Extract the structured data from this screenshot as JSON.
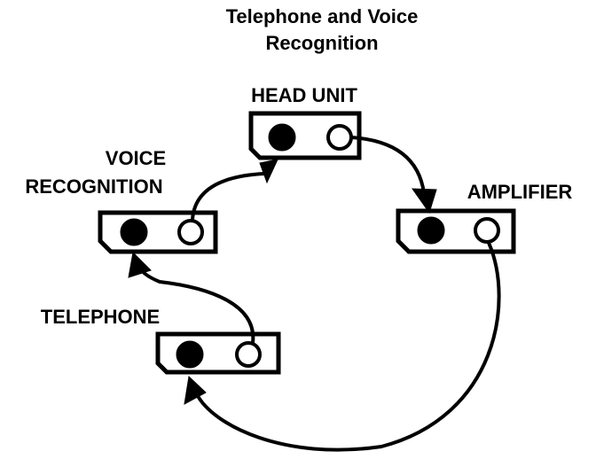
{
  "title": {
    "line1": "Telephone and Voice",
    "line2": "Recognition"
  },
  "nodes": {
    "head_unit": {
      "label": "HEAD UNIT"
    },
    "voice_recognition": {
      "label_line1": "VOICE",
      "label_line2": "RECOGNITION"
    },
    "amplifier": {
      "label": "AMPLIFIER"
    },
    "telephone": {
      "label": "TELEPHONE"
    }
  },
  "connections": [
    {
      "from": "voice_recognition",
      "to": "head_unit"
    },
    {
      "from": "head_unit",
      "to": "amplifier"
    },
    {
      "from": "amplifier",
      "to": "telephone"
    },
    {
      "from": "telephone",
      "to": "voice_recognition"
    }
  ],
  "legend_symbols": {
    "input_jack": "filled-circle",
    "output_jack": "hollow-circle"
  },
  "colors": {
    "ink": "#000000",
    "background": "#ffffff"
  }
}
